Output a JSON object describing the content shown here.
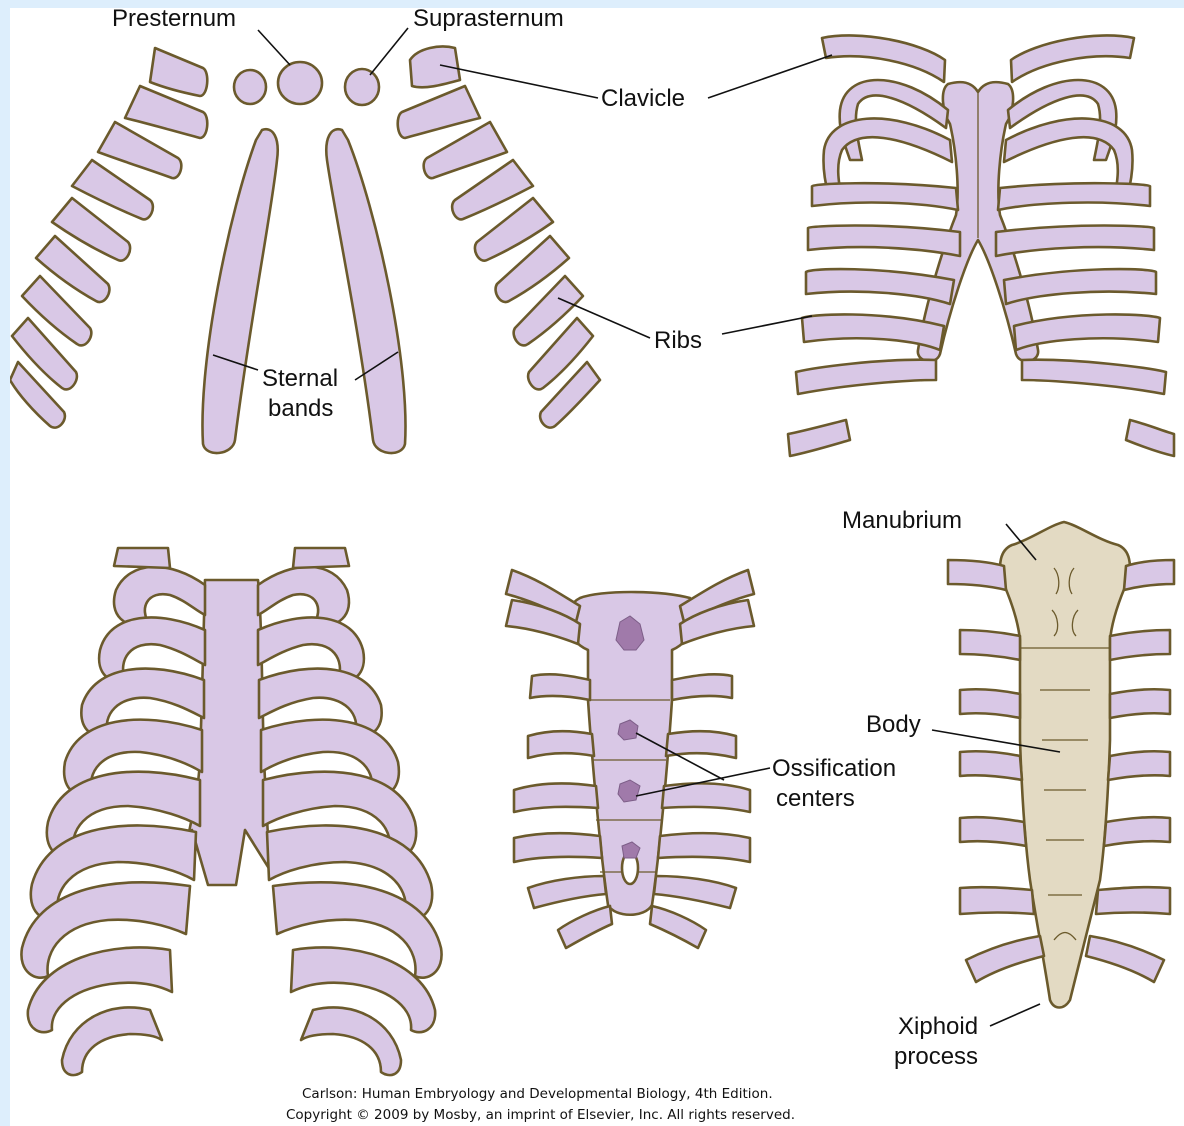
{
  "labels": {
    "presternum": "Presternum",
    "suprasternum": "Suprasternum",
    "clavicle": "Clavicle",
    "ribs": "Ribs",
    "sternal_bands_line1": "Sternal",
    "sternal_bands_line2": "bands",
    "manubrium": "Manubrium",
    "body": "Body",
    "ossification_line1": "Ossification",
    "ossification_line2": "centers",
    "xiphoid_line1": "Xiphoid",
    "xiphoid_line2": "process"
  },
  "caption": {
    "line1": "Carlson: Human Embryology and Developmental Biology, 4th Edition.",
    "line2": "Copyright © 2009 by Mosby, an imprint of Elsevier, Inc. All rights reserved."
  },
  "colors": {
    "page_border": "#ddeefc",
    "cartilage": "#d9c8e6",
    "bone": "#e3dac3",
    "outline": "#6b5a2c",
    "ossification": "#a07aaa"
  }
}
